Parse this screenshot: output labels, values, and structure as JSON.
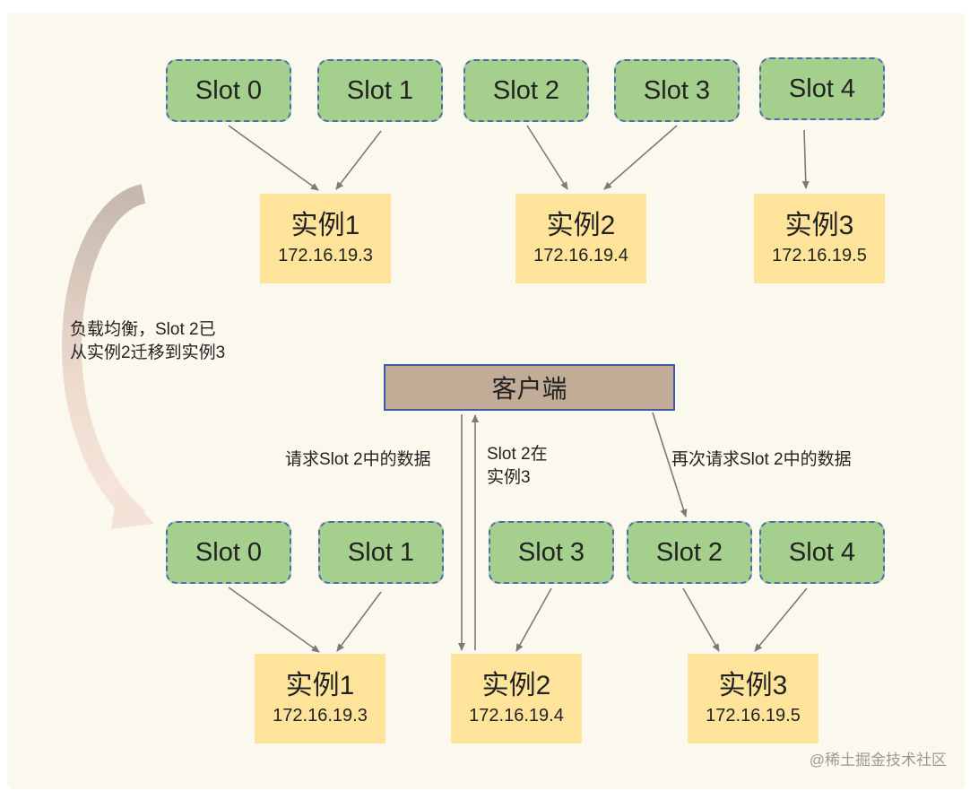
{
  "top_row": {
    "slots": [
      "Slot 0",
      "Slot 1",
      "Slot 2",
      "Slot 3",
      "Slot 4"
    ],
    "instances": [
      {
        "name": "实例1",
        "ip": "172.16.19.3"
      },
      {
        "name": "实例2",
        "ip": "172.16.19.4"
      },
      {
        "name": "实例3",
        "ip": "172.16.19.5"
      }
    ]
  },
  "migration_note": {
    "line1": "负载均衡，Slot 2已",
    "line2": "从实例2迁移到实例3"
  },
  "client": {
    "label": "客户端"
  },
  "flow_labels": {
    "request": "请求Slot 2中的数据",
    "reply_line1": "Slot 2在",
    "reply_line2": "实例3",
    "retry": "再次请求Slot 2中的数据"
  },
  "bottom_row": {
    "slots": [
      "Slot 0",
      "Slot 1",
      "Slot 3",
      "Slot 2",
      "Slot 4"
    ],
    "instances": [
      {
        "name": "实例1",
        "ip": "172.16.19.3"
      },
      {
        "name": "实例2",
        "ip": "172.16.19.4"
      },
      {
        "name": "实例3",
        "ip": "172.16.19.5"
      }
    ]
  },
  "watermark": "@稀土掘金技术社区",
  "colors": {
    "panel": "#fbf8ee",
    "slot_fill": "#a5cf8c",
    "slot_border": "#4d6db0",
    "instance_fill": "#fde49a",
    "client_fill": "#c2ab97",
    "arrow": "#7a7a7a"
  }
}
